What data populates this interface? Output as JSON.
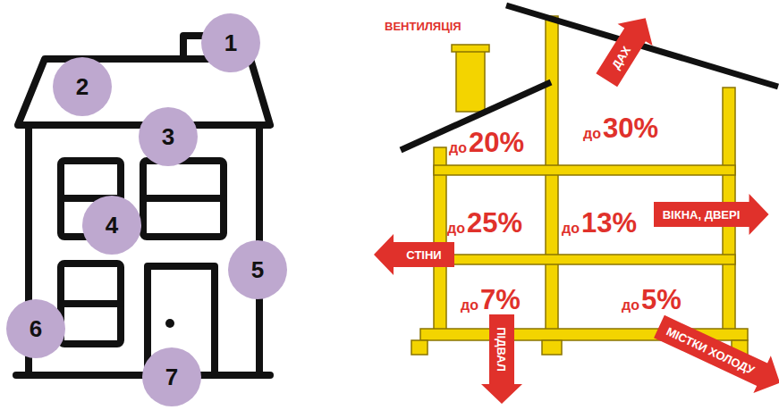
{
  "diagram": {
    "nodes": [
      {
        "text": [
          "1"
        ]
      },
      {
        "text": [
          "2"
        ]
      },
      {
        "text": [
          "3"
        ]
      },
      {
        "text": [
          "4"
        ]
      },
      {
        "text": [
          "5"
        ]
      },
      {
        "text": [
          "6"
        ]
      },
      {
        "text": [
          "7"
        ]
      },
      {
        "text": [
          "ДАХ"
        ]
      },
      {
        "text": [
          "ВІКНА, ДВЕРІ"
        ]
      },
      {
        "text": [
          "СТІНИ"
        ]
      },
      {
        "text": [
          "ПІДВАЛ"
        ]
      },
      {
        "text": [
          "МІСТКИ ХОЛОДУ"
        ]
      }
    ],
    "labels": [
      "ВЕНТИЛЯЦІЯ",
      "до",
      "20%",
      "до",
      "30%",
      "до",
      "25%",
      "до",
      "13%",
      "до",
      "7%",
      "до",
      "5%"
    ]
  }
}
